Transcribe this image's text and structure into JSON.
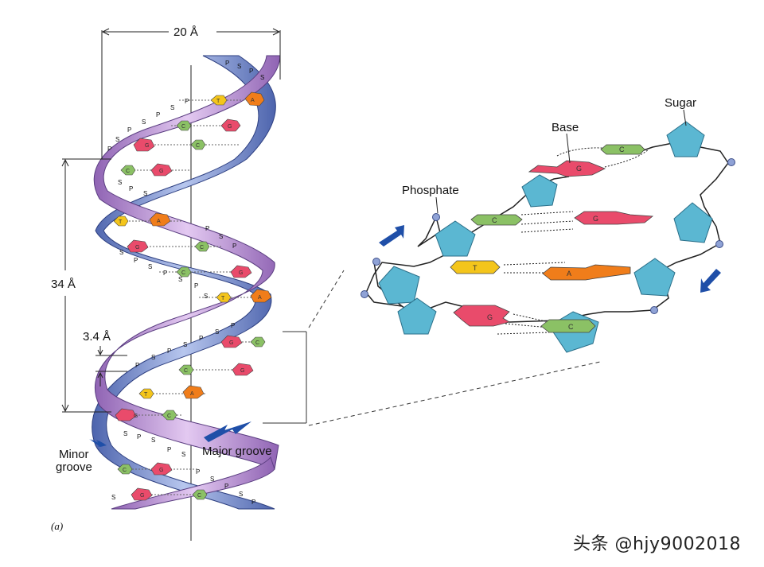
{
  "labels": {
    "width": "20 Å",
    "pitch": "34 Å",
    "rise": "3.4 Å",
    "minor_groove_1": "Minor",
    "minor_groove_2": "groove",
    "major_groove": "Major groove",
    "panel": "(a)",
    "sugar": "Sugar",
    "base": "Base",
    "phosphate": "Phosphate",
    "watermark": "头条 @hjy9002018"
  },
  "strand_letters": {
    "phosphate": "P",
    "sugar": "S"
  },
  "bases": {
    "A": "A",
    "T": "T",
    "G": "G",
    "C": "C"
  },
  "colors": {
    "strand_purple": "#b48ad0",
    "strand_blue": "#6c84c6",
    "base_G": "#e94b6b",
    "base_C": "#8bc165",
    "base_A": "#f07d1a",
    "base_T": "#f4c51b",
    "sugar": "#5bb7d2",
    "arrow": "#1f4fa8",
    "phosphate_dot": "#8fa2d6"
  }
}
